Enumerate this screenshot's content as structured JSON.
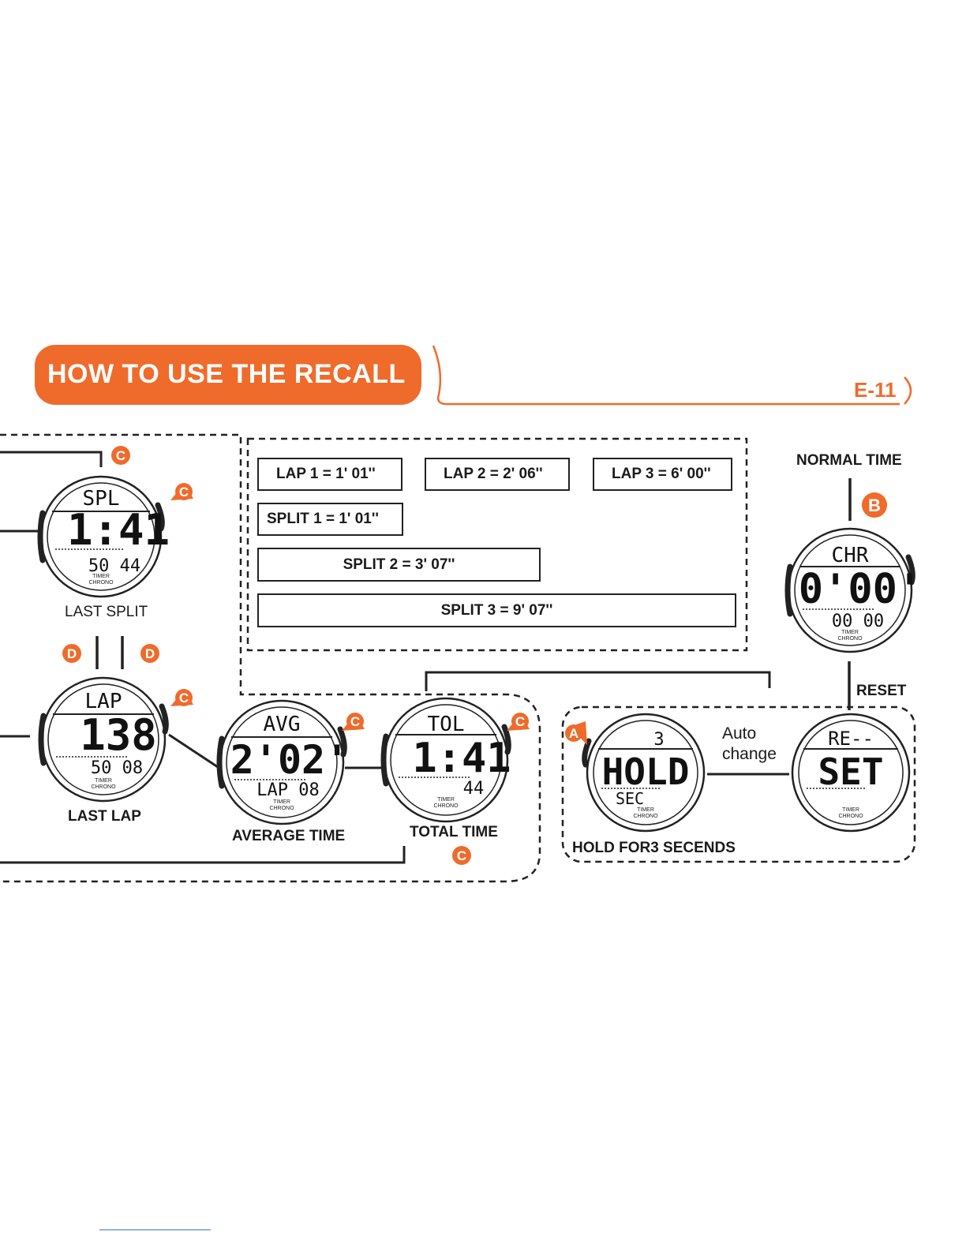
{
  "header": {
    "title": "HOW TO USE THE RECALL",
    "page_number": "E-11"
  },
  "colors": {
    "accent": "#ef6b2b",
    "line": "#222222"
  },
  "recall_boxes": {
    "lap1": "LAP 1 = 1' 01''",
    "lap2": "LAP 2 = 2' 06''",
    "lap3": "LAP 3 = 6' 00''",
    "split1": "SPLIT 1 = 1' 01''",
    "split2": "SPLIT 2 = 3' 07''",
    "split3": "SPLIT 3 = 9' 07''"
  },
  "watches": {
    "last_split": {
      "mode": "SPL",
      "main": "1:41",
      "sub": "50 44",
      "label": "LAST SPLIT"
    },
    "last_lap": {
      "mode": "LAP",
      "main": "138",
      "sub": "50 08",
      "label": "LAST LAP"
    },
    "average": {
      "mode": "AVG",
      "main": "2'02'",
      "sub": "LAP 08",
      "label": "AVERAGE TIME"
    },
    "total": {
      "mode": "TOL",
      "main": "1:41",
      "sub": "44",
      "label": "TOTAL TIME"
    },
    "normal": {
      "mode": "CHR",
      "main": "0'00'",
      "sub": "00 00",
      "label": "NORMAL TIME"
    },
    "hold": {
      "mode": "3",
      "main": "HOLD",
      "sub": "SEC",
      "label": "HOLD FOR3 SECENDS"
    },
    "reset": {
      "mode": "RE--",
      "main": "SET",
      "sub": "",
      "label": "RESET"
    }
  },
  "watch_bezel": {
    "top": "TIMER",
    "bottom": "CHRONO"
  },
  "auto_change": {
    "line1": "Auto",
    "line2": "change"
  },
  "buttons": {
    "a": "A",
    "b": "B",
    "c": "C",
    "d": "D"
  }
}
